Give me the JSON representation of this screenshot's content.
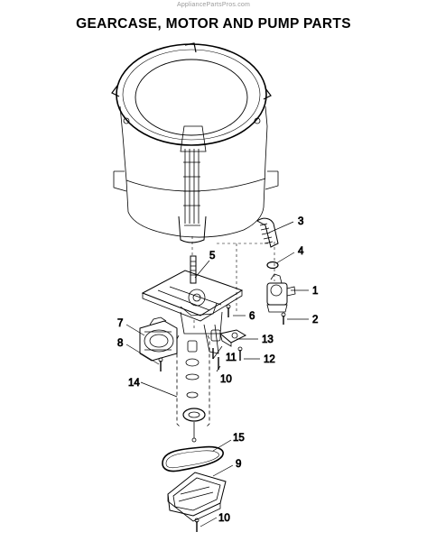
{
  "watermark": "AppliancePartsPros.com",
  "title": "GEARCASE, MOTOR AND PUMP PARTS",
  "callouts": [
    "3",
    "4",
    "5",
    "1",
    "6",
    "2",
    "7",
    "13",
    "8",
    "11",
    "12",
    "10",
    "14",
    "15",
    "9",
    "10"
  ]
}
